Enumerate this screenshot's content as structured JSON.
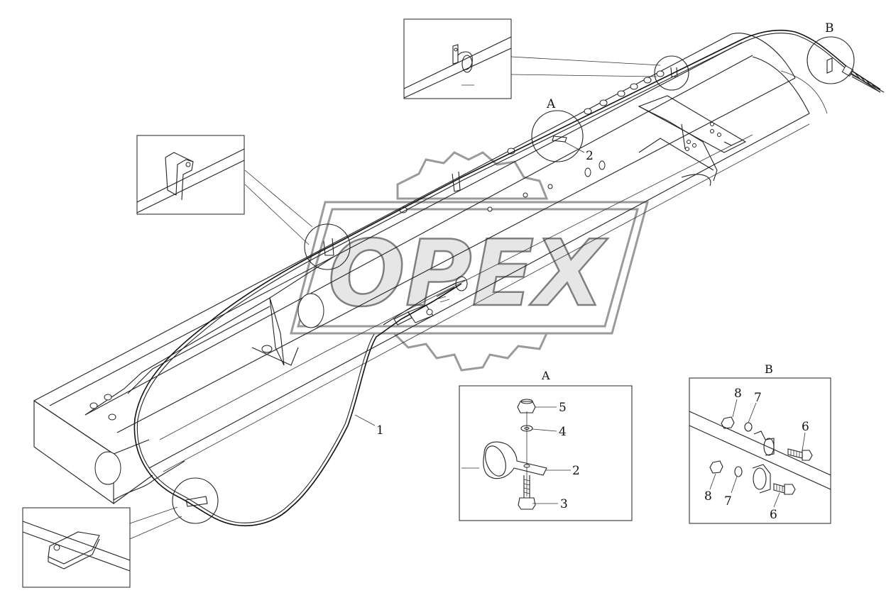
{
  "watermark": {
    "text": "OPEX"
  },
  "detail_callouts": {
    "a": "A",
    "b": "B"
  },
  "detail_a": {
    "title": "A",
    "parts": [
      {
        "id": "p5",
        "label": "5"
      },
      {
        "id": "p4",
        "label": "4"
      },
      {
        "id": "p2",
        "label": "2"
      },
      {
        "id": "p3",
        "label": "3"
      }
    ]
  },
  "detail_b": {
    "title": "B",
    "parts": [
      {
        "id": "p8a",
        "label": "8"
      },
      {
        "id": "p7a",
        "label": "7"
      },
      {
        "id": "p6a",
        "label": "6"
      },
      {
        "id": "p8b",
        "label": "8"
      },
      {
        "id": "p7b",
        "label": "7"
      },
      {
        "id": "p6b",
        "label": "6"
      }
    ]
  },
  "main_labels": {
    "cable": "1",
    "clamp": "2"
  }
}
